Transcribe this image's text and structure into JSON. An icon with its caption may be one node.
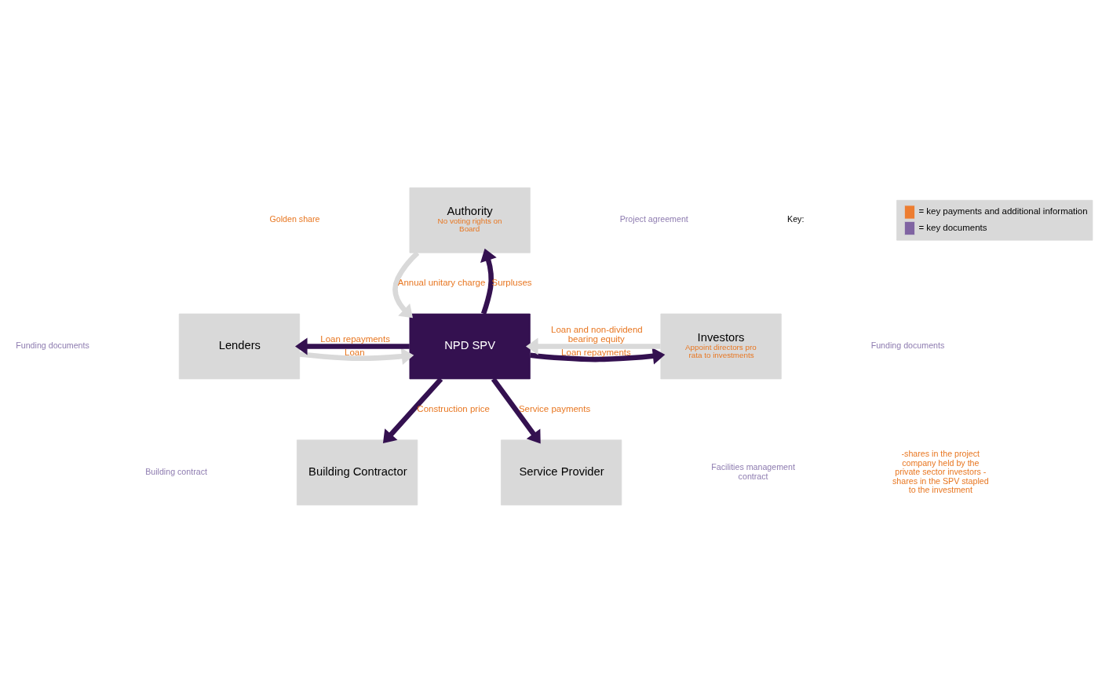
{
  "diagram": {
    "nodes": [
      {
        "text": [
          "Authority",
          "No voting rights on Board"
        ]
      },
      {
        "text": [
          "Lenders"
        ]
      },
      {
        "text": [
          "NPD SPV"
        ]
      },
      {
        "text": [
          "Investors",
          "Appoint directors pro rata to investments"
        ]
      },
      {
        "text": [
          "Building Contractor"
        ]
      },
      {
        "text": [
          "Service Provider"
        ]
      }
    ],
    "edges": [
      {
        "from": 0,
        "to": 2,
        "arrow": "to",
        "label": "Annual unitary charge",
        "color": "#d9d9d9"
      },
      {
        "from": 2,
        "to": 0,
        "arrow": "to",
        "label": "Surpluses"
      },
      {
        "from": 2,
        "to": 1,
        "arrow": "to",
        "label": "Loan repayments"
      },
      {
        "from": 1,
        "to": 2,
        "arrow": "to",
        "label": "Loan",
        "color": "#d9d9d9"
      },
      {
        "from": 2,
        "to": 3,
        "arrow": "to",
        "label": "Loan repayments"
      },
      {
        "from": 3,
        "to": 2,
        "arrow": "to",
        "label": "Loan and non-dividend bearing equity",
        "color": "#d9d9d9"
      },
      {
        "from": 2,
        "to": 4,
        "arrow": "to",
        "label": "Construction price"
      },
      {
        "from": 2,
        "to": 5,
        "arrow": "to",
        "label": "Service payments"
      }
    ],
    "labels": [
      "Golden share",
      "Project agreement",
      "Funding documents",
      "Funding documents",
      "Building contract",
      "Facilities management contract",
      "-shares in the project company held by the private sector investors - shares in the SPV stapled to the investment",
      "Key:"
    ],
    "legend": [
      {
        "text": "= key payments and additional information",
        "color": "#ed7d31"
      },
      {
        "text": "= key documents",
        "color": "#8064a2"
      }
    ]
  }
}
